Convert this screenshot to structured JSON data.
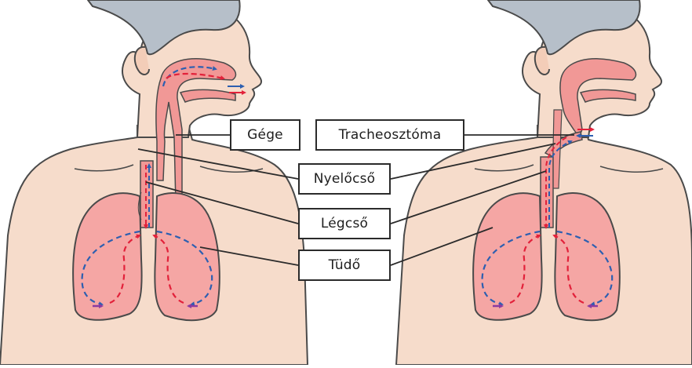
{
  "labels": {
    "larynx": "Gége",
    "tracheostomy": "Tracheosztóma",
    "esophagus": "Nyelőcső",
    "trachea": "Légcső",
    "lung": "Tüdő"
  },
  "colors": {
    "skin": "#f6dccb",
    "skin_outline": "#4a4a4a",
    "hair": "#b6bfc9",
    "tissue": "#f19896",
    "lung_fill": "#f5a6a4",
    "inflow_arrow": "#e2213a",
    "outflow_arrow": "#2d5fb0",
    "exchange_arrow": "#8b3aa0",
    "leader_line": "#2b2b2b"
  }
}
